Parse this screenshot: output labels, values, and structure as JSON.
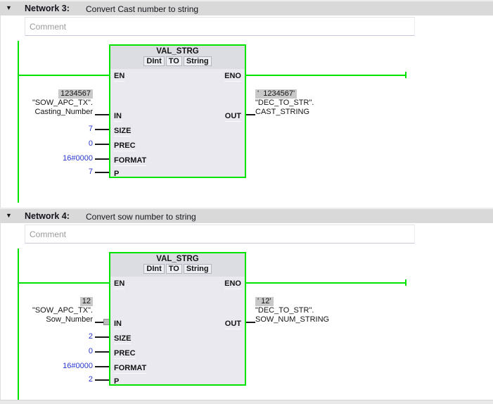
{
  "icons": {
    "collapse": "▼"
  },
  "ui": {
    "comment_placeholder": "Comment"
  },
  "colors": {
    "wire_green": "#00e300",
    "network_header_bg": "#d9d9d9",
    "block_bg": "#e9e9ef",
    "block_head_bg": "#dcdce3",
    "monitor_value_bg": "#c8c8c8",
    "constant_value_blue": "#2737cf"
  },
  "block": {
    "title": "VAL_STRG",
    "in_type": "DInt",
    "to_label": "TO",
    "out_type": "String",
    "pins": {
      "en": "EN",
      "eno": "ENO",
      "in": "IN",
      "size": "SIZE",
      "prec": "PREC",
      "format": "FORMAT",
      "p": "P",
      "out": "OUT"
    }
  },
  "networks": [
    {
      "title": "Network 3:",
      "description": "Convert Cast number to string",
      "inputs": {
        "in_monitor": "1234567",
        "in_qualifier": "\"SOW_APC_TX\".",
        "in_name": "Casting_Number",
        "size": "7",
        "prec": "0",
        "format": "16#0000",
        "p": "7"
      },
      "output": {
        "monitor": "'  1234567'",
        "qualifier": "\"DEC_TO_STR\".",
        "name": "CAST_STRING"
      }
    },
    {
      "title": "Network 4:",
      "description": "Convert sow number to string",
      "inputs": {
        "in_monitor": "12",
        "in_qualifier": "\"SOW_APC_TX\".",
        "in_name": "Sow_Number",
        "size": "2",
        "prec": "0",
        "format": "16#0000",
        "p": "2"
      },
      "output": {
        "monitor": "' 12'",
        "qualifier": "\"DEC_TO_STR\".",
        "name": "SOW_NUM_STRING"
      }
    }
  ]
}
